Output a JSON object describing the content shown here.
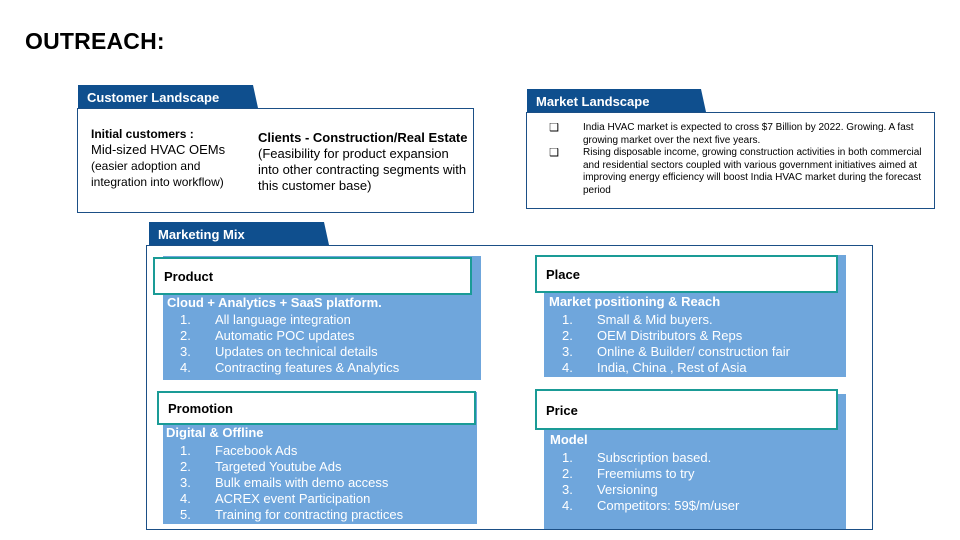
{
  "page": {
    "title": "OUTREACH:"
  },
  "customer_landscape": {
    "tab": "Customer Landscape",
    "left": {
      "heading": "Initial customers :",
      "line1": "Mid-sized HVAC OEMs",
      "line2": "(easier adoption and integration into workflow)"
    },
    "right": {
      "heading": "Clients - Construction/Real Estate",
      "text": "(Feasibility for product expansion into other contracting segments with this customer base)"
    }
  },
  "market_landscape": {
    "tab": "Market Landscape",
    "bullet": "❑",
    "items": [
      "India HVAC market is expected to cross $7 Billion by 2022. Growing. A fast growing market over the next five years.",
      "Rising  disposable income, growing construction activities in both commercial and residential sectors coupled with various government initiatives aimed at improving energy efficiency will boost India HVAC market during the forecast period"
    ]
  },
  "marketing_mix": {
    "tab": "Marketing Mix",
    "product": {
      "header": "Product",
      "subtitle": "Cloud + Analytics + SaaS platform.",
      "items": [
        {
          "num": "1.",
          "text": "All language integration"
        },
        {
          "num": "2.",
          "text": "Automatic POC updates"
        },
        {
          "num": "3.",
          "text": "Updates on technical details"
        },
        {
          "num": "4.",
          "text": "Contracting features & Analytics"
        }
      ]
    },
    "place": {
      "header": "Place",
      "subtitle": "Market positioning & Reach",
      "items": [
        {
          "num": "1.",
          "text": "Small & Mid buyers."
        },
        {
          "num": "2.",
          "text": "OEM Distributors & Reps"
        },
        {
          "num": "3.",
          "text": "Online & Builder/ construction fair"
        },
        {
          "num": "4.",
          "text": "India, China , Rest of Asia"
        }
      ]
    },
    "promotion": {
      "header": "Promotion",
      "subtitle": "Digital & Offline",
      "items": [
        {
          "num": "1.",
          "text": "Facebook Ads"
        },
        {
          "num": "2.",
          "text": "Targeted Youtube Ads"
        },
        {
          "num": "3.",
          "text": "Bulk emails with demo access"
        },
        {
          "num": "4.",
          "text": "ACREX event Participation"
        },
        {
          "num": "5.",
          "text": "Training for contracting practices"
        }
      ]
    },
    "price": {
      "header": "Price",
      "subtitle": "Model",
      "items": [
        {
          "num": "1.",
          "text": "Subscription based."
        },
        {
          "num": "2.",
          "text": "Freemiums to try"
        },
        {
          "num": "3.",
          "text": "Versioning"
        },
        {
          "num": "4.",
          "text": "Competitors: 59$/m/user"
        }
      ]
    }
  }
}
